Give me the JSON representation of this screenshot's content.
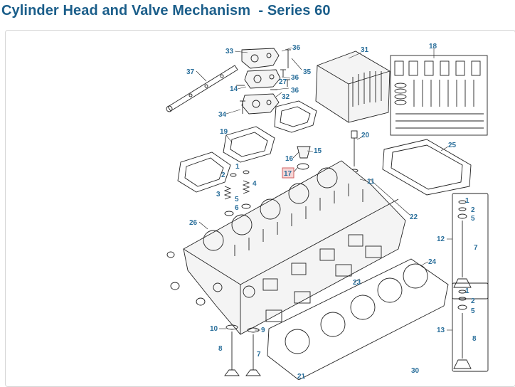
{
  "title": "Cylinder Head and Valve Mechanism  - Series 60",
  "highlighted_part": "17",
  "callouts": {
    "c1": "1",
    "c2": "2",
    "c3": "3",
    "c4": "4",
    "c5": "5",
    "c6": "6",
    "c7": "7",
    "c8": "8",
    "c9": "9",
    "c10": "10",
    "c11": "11",
    "c12": "12",
    "c13": "13",
    "c14": "14",
    "c15": "15",
    "c16": "16",
    "c17": "17",
    "c18": "18",
    "c19": "19",
    "c20": "20",
    "c21": "21",
    "c22": "22",
    "c23": "23",
    "c24": "24",
    "c25": "25",
    "c26": "26",
    "c27": "27",
    "c30": "30",
    "c31": "31",
    "c32": "32",
    "c33": "33",
    "c34": "34",
    "c35": "35",
    "c36": "36",
    "c37": "37"
  }
}
